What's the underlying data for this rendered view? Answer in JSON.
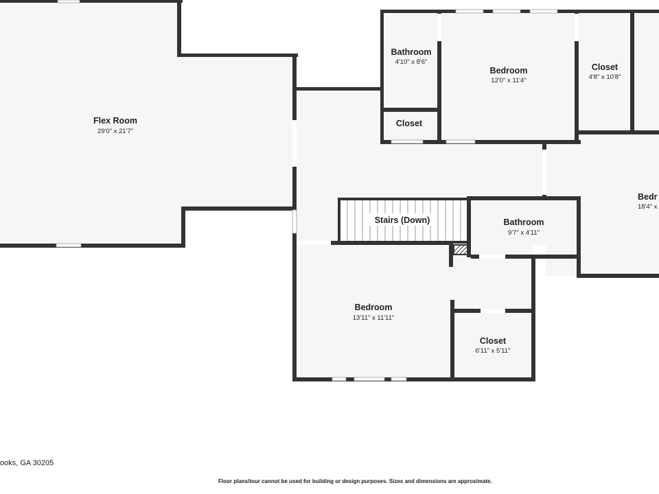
{
  "rooms": {
    "flex": {
      "name": "Flex Room",
      "dims": "29'0\" x 21'7\""
    },
    "bath_top": {
      "name": "Bathroom",
      "dims": "4'10\" x 8'6\""
    },
    "closet_small": {
      "name": "Closet"
    },
    "bed_top": {
      "name": "Bedroom",
      "dims": "12'0\" x 11'4\""
    },
    "closet_right": {
      "name": "Closet",
      "dims": "4'8\" x 10'8\""
    },
    "bed_right": {
      "name": "Bedr",
      "dims": "18'4\" x"
    },
    "stairs": {
      "name": "Stairs (Down)"
    },
    "bath_mid": {
      "name": "Bathroom",
      "dims": "9'7\" x 4'11\""
    },
    "bed_bottom": {
      "name": "Bedroom",
      "dims": "13'11\" x 11'11\""
    },
    "closet_bottom": {
      "name": "Closet",
      "dims": "6'11\" x 5'11\""
    }
  },
  "address": "ooks, GA 30205",
  "disclaimer": "Floor plans/tour cannot be used for building or design purposes. Sizes and dimensions are approximate."
}
